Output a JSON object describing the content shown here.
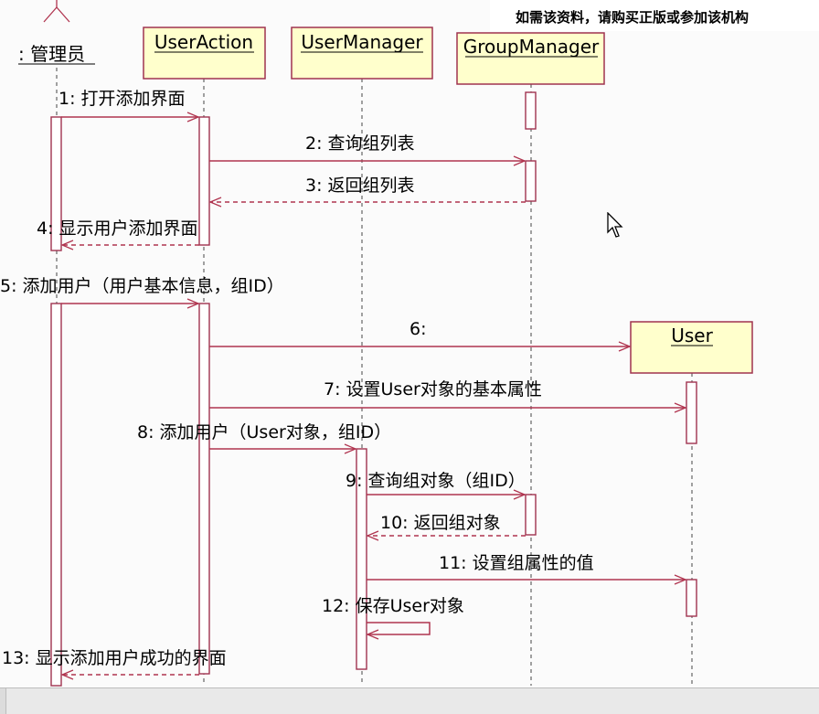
{
  "watermark": "如需该资料，请购买正版或参加该机构",
  "actor": {
    "name": ": 管理员"
  },
  "objects": [
    {
      "id": "useraction",
      "label": "UserAction"
    },
    {
      "id": "usermanager",
      "label": "UserManager"
    },
    {
      "id": "groupmanager",
      "label": "GroupManager"
    },
    {
      "id": "user",
      "label": "User"
    }
  ],
  "messages": [
    {
      "label": "1: 打开添加界面",
      "from": "admin",
      "to": "useraction",
      "kind": "call"
    },
    {
      "label": "2: 查询组列表",
      "from": "useraction",
      "to": "groupmanager",
      "kind": "call"
    },
    {
      "label": "3: 返回组列表",
      "from": "groupmanager",
      "to": "useraction",
      "kind": "return"
    },
    {
      "label": "4: 显示用户添加界面",
      "from": "useraction",
      "to": "admin",
      "kind": "return"
    },
    {
      "label": "5: 添加用户（用户基本信息，组ID）",
      "from": "admin",
      "to": "useraction",
      "kind": "call"
    },
    {
      "label": "6:",
      "from": "useraction",
      "to": "user",
      "kind": "create"
    },
    {
      "label": "7: 设置User对象的基本属性",
      "from": "useraction",
      "to": "user",
      "kind": "call"
    },
    {
      "label": "8: 添加用户（User对象，组ID）",
      "from": "useraction",
      "to": "usermanager",
      "kind": "call"
    },
    {
      "label": "9: 查询组对象（组ID）",
      "from": "usermanager",
      "to": "groupmanager",
      "kind": "call"
    },
    {
      "label": "10: 返回组对象",
      "from": "groupmanager",
      "to": "usermanager",
      "kind": "return"
    },
    {
      "label": "11: 设置组属性的值",
      "from": "usermanager",
      "to": "user",
      "kind": "call"
    },
    {
      "label": "12: 保存User对象",
      "from": "usermanager",
      "to": "usermanager",
      "kind": "self"
    },
    {
      "label": "13: 显示添加用户成功的界面",
      "from": "useraction",
      "to": "admin",
      "kind": "return"
    }
  ],
  "colors": {
    "object_fill": "#ffffcc",
    "object_border": "#a0334f",
    "line": "#b0344f",
    "text": "#000000"
  }
}
